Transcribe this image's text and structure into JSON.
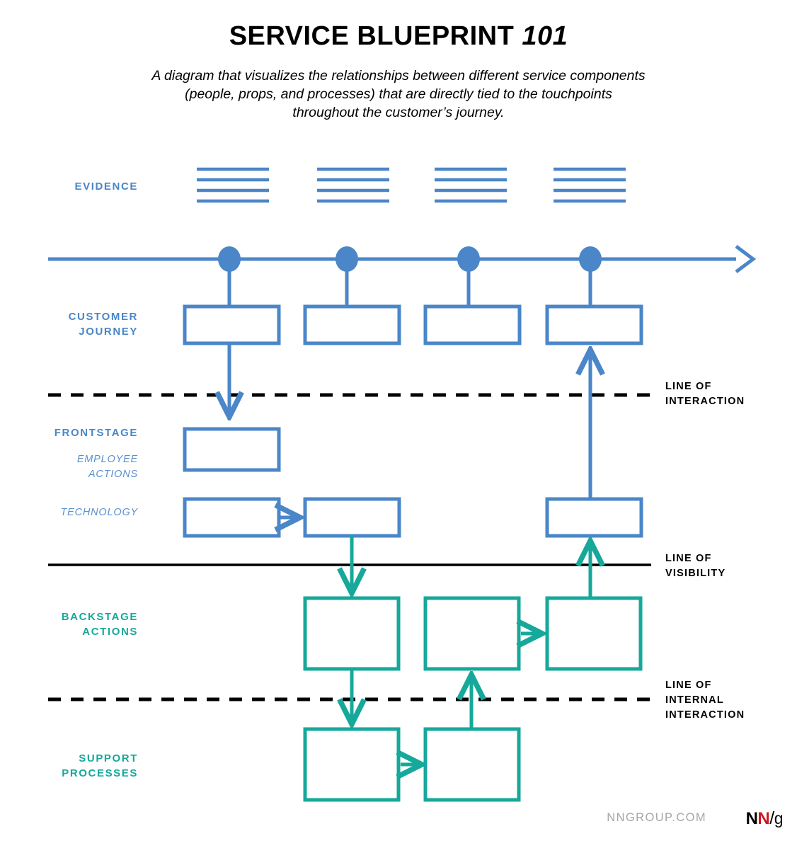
{
  "header": {
    "title_main": "SERVICE BLUEPRINT ",
    "title_number": "101",
    "subtitle": "A diagram that visualizes the relationships between different service components (people, props, and processes) that are directly tied to the touchpoints throughout the customer’s journey."
  },
  "colors": {
    "blue": "#4a86c8",
    "teal": "#16a89a",
    "black": "#000000",
    "label_blue": "#4a86c8",
    "label_blue_light": "#5a92cf",
    "footer_gray": "#a6a6a6",
    "logo_red": "#d0171c"
  },
  "row_labels": {
    "evidence": "EVIDENCE",
    "customer_journey": "CUSTOMER\nJOURNEY",
    "frontstage": "FRONTSTAGE",
    "employee_actions": "EMPLOYEE\nACTIONS",
    "technology": "TECHNOLOGY",
    "backstage_actions": "BACKSTAGE\nACTIONS",
    "support_processes": "SUPPORT\nPROCESSES"
  },
  "line_labels": {
    "interaction": "LINE OF\nINTERACTION",
    "visibility": "LINE OF\nVISIBILITY",
    "internal_interaction": "LINE OF\nINTERNAL\nINTERACTION"
  },
  "diagram": {
    "evidence_icons": 4,
    "evidence_lines_per_icon": 4,
    "timeline_dots": 4,
    "customer_journey_boxes": 4,
    "employee_action_boxes": 1,
    "technology_boxes": 3,
    "backstage_boxes": 3,
    "support_boxes": 2,
    "separator_lines": [
      {
        "name": "line-of-interaction",
        "style": "dashed"
      },
      {
        "name": "line-of-visibility",
        "style": "solid"
      },
      {
        "name": "line-of-internal-interaction",
        "style": "dashed"
      }
    ]
  },
  "footer": {
    "url": "NNGROUP.COM",
    "logo_n1": "N",
    "logo_n2": "N",
    "logo_slash": "/",
    "logo_g": "g"
  }
}
